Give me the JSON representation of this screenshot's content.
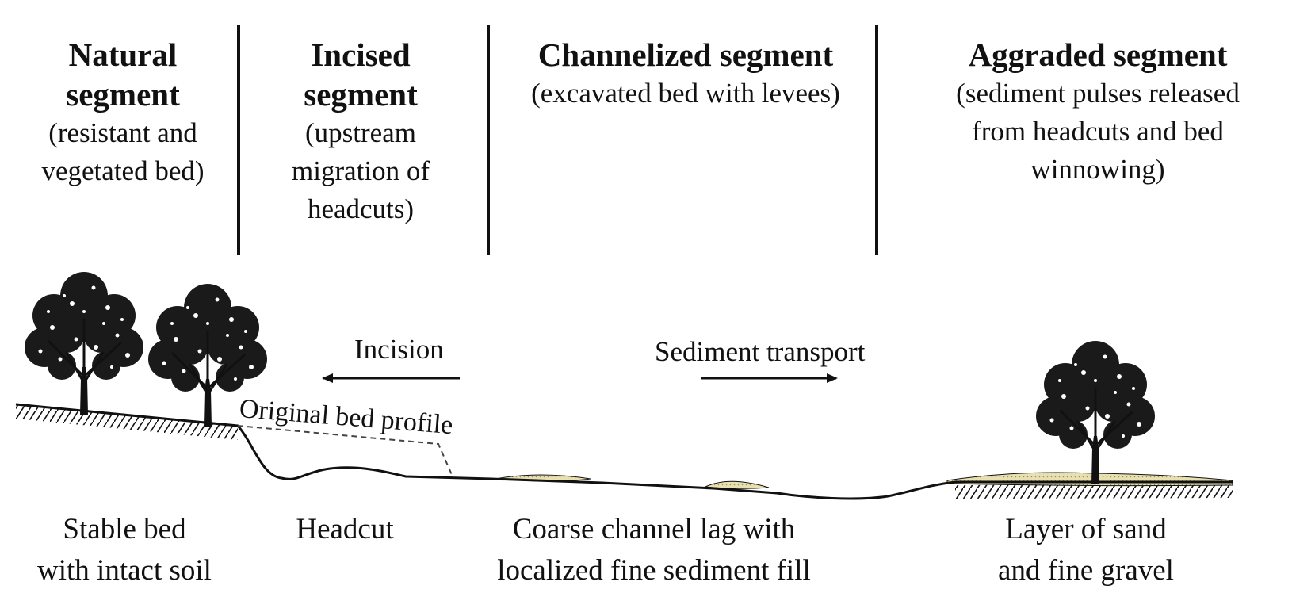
{
  "segments": [
    {
      "title": "Natural segment",
      "title_lines": [
        "Natural",
        "segment"
      ],
      "desc_lines": [
        "(resistant and",
        "vegetated bed)"
      ]
    },
    {
      "title": "Incised segment",
      "title_lines": [
        "Incised",
        "segment"
      ],
      "desc_lines": [
        "(upstream",
        "migration of",
        "headcuts)"
      ]
    },
    {
      "title": "Channelized segment",
      "title_lines": [
        "Channelized segment"
      ],
      "desc_lines": [
        "(excavated bed with levees)"
      ]
    },
    {
      "title": "Aggraded segment",
      "title_lines": [
        "Aggraded segment"
      ],
      "desc_lines": [
        "(sediment pulses released",
        "from headcuts and bed",
        "winnowing)"
      ]
    }
  ],
  "arrows": {
    "incision": "Incision",
    "sediment_transport": "Sediment transport"
  },
  "profile_label": "Original bed profile",
  "bottom_labels": [
    {
      "lines": [
        "Stable bed",
        "with intact soil"
      ]
    },
    {
      "lines": [
        "Headcut"
      ]
    },
    {
      "lines": [
        "Coarse channel lag with",
        "localized fine sediment fill"
      ]
    },
    {
      "lines": [
        "Layer of sand",
        "and fine gravel"
      ]
    }
  ],
  "colors": {
    "ink": "#111111",
    "sediment_fill": "#e8e0b0"
  }
}
